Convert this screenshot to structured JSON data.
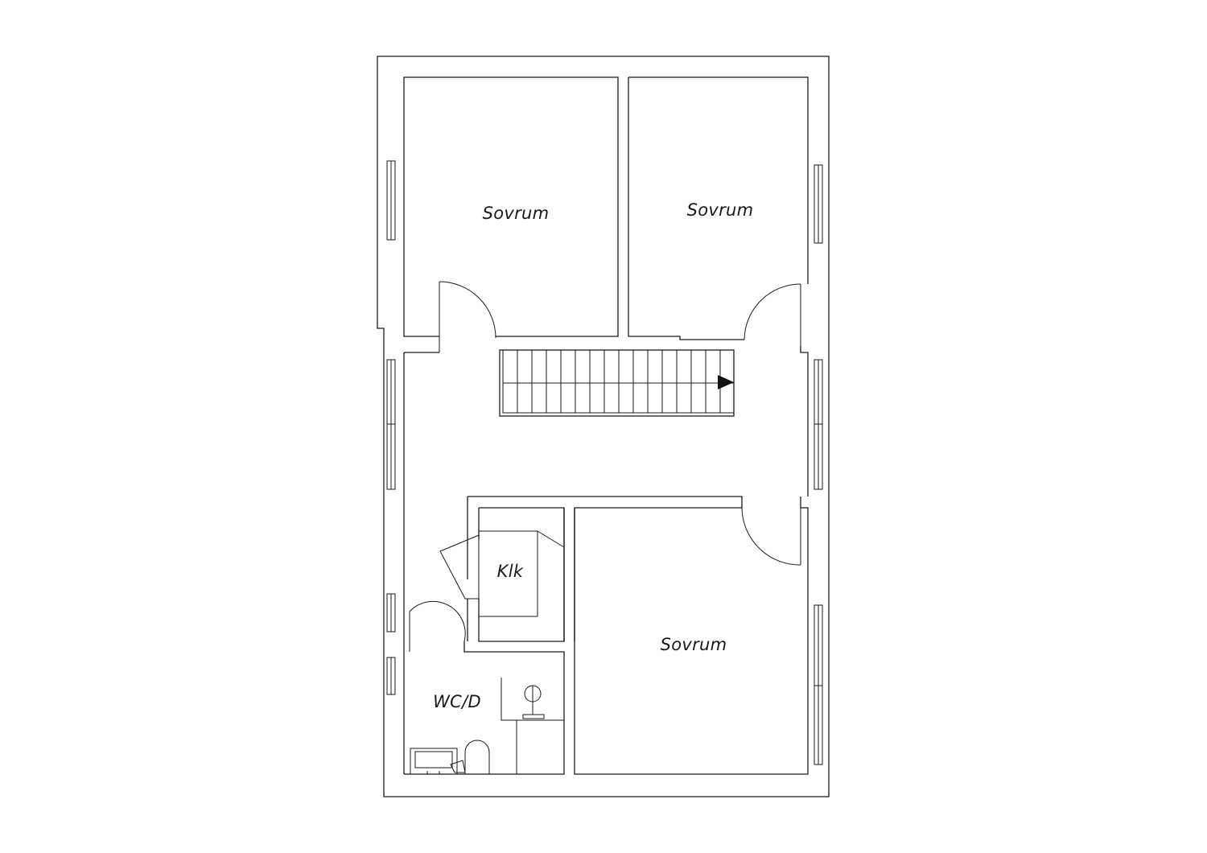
{
  "rooms": {
    "bedroom_top_left": "Sovrum",
    "bedroom_top_right": "Sovrum",
    "closet": "Klk",
    "bedroom_bottom": "Sovrum",
    "bathroom": "WC/D"
  },
  "colors": {
    "line": "#1a1a1a",
    "background": "#ffffff"
  }
}
